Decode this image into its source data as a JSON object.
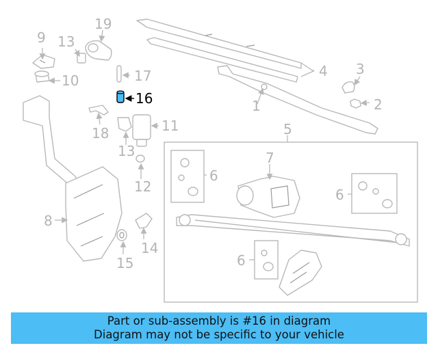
{
  "highlight_color": "#4cbdf5",
  "callouts": {
    "c1": "1",
    "c2": "2",
    "c3": "3",
    "c4": "4",
    "c5": "5",
    "c6a": "6",
    "c6b": "6",
    "c6c": "6",
    "c7": "7",
    "c8": "8",
    "c9": "9",
    "c10": "10",
    "c11": "11",
    "c12": "12",
    "c13a": "13",
    "c13b": "13",
    "c14": "14",
    "c15": "15",
    "c16": "16",
    "c17": "17",
    "c18": "18",
    "c19": "19"
  },
  "banner": {
    "line1": "Part or sub-assembly is #16 in diagram",
    "line2": "Diagram may not be specific to your vehicle"
  }
}
